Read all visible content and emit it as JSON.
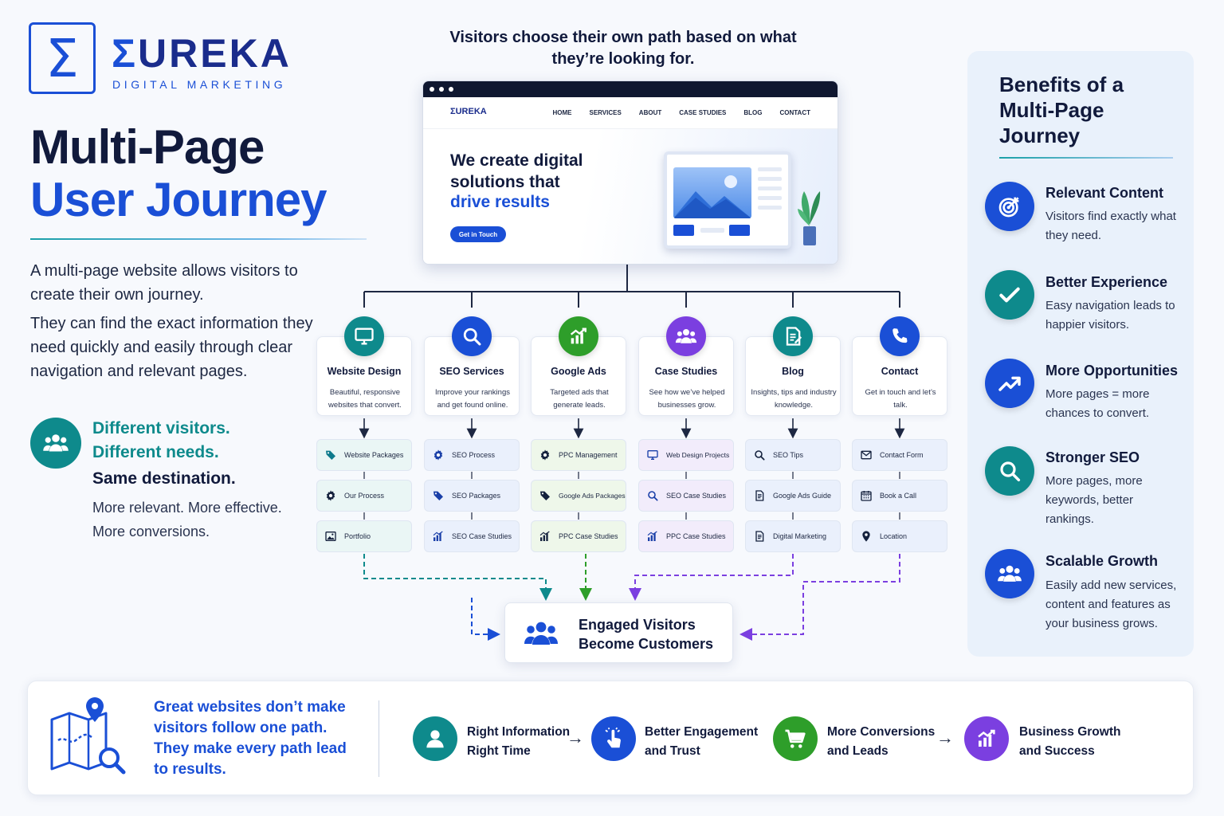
{
  "logo": {
    "symbol": "Σ",
    "name_sigma": "Σ",
    "name_rest": "UREKA",
    "subtitle": "DIGITAL MARKETING"
  },
  "title": {
    "line1": "Multi-Page",
    "line2": "User Journey"
  },
  "intro": {
    "p1": "A multi-page website allows visitors to create their own journey.",
    "p2": "They can find the exact information they need quickly and easily through clear navigation and relevant pages."
  },
  "different": {
    "line1": "Different visitors.",
    "line2": "Different needs.",
    "line3": "Same destination.",
    "line4": "More relevant. More effective.",
    "line5": "More conversions."
  },
  "top_caption": "Visitors choose their own path based on what they’re looking for.",
  "browser": {
    "logo": "ΣUREKA",
    "nav": [
      "HOME",
      "SERVICES",
      "ABOUT",
      "CASE STUDIES",
      "BLOG",
      "CONTACT"
    ],
    "hero_line1": "We create digital solutions that",
    "hero_line2": "drive results",
    "hero_button": "Get in Touch"
  },
  "categories": [
    {
      "title": "Website Design",
      "desc": "Beautiful, responsive websites that convert.",
      "color": "#0e8a8c",
      "icon": "monitor-icon",
      "subs": [
        {
          "label": "Website Packages",
          "icon": "tag-icon"
        },
        {
          "label": "Our Process",
          "icon": "gear-icon"
        },
        {
          "label": "Portfolio",
          "icon": "image-icon"
        }
      ]
    },
    {
      "title": "SEO Services",
      "desc": "Improve your rankings and get found online.",
      "color": "#1a4fd6",
      "icon": "search-icon",
      "subs": [
        {
          "label": "SEO Process",
          "icon": "gear-icon"
        },
        {
          "label": "SEO Packages",
          "icon": "tag-icon"
        },
        {
          "label": "SEO Case Studies",
          "icon": "bar-chart-icon"
        }
      ]
    },
    {
      "title": "Google Ads",
      "desc": "Targeted ads that generate leads.",
      "color": "#2e9e2a",
      "icon": "growth-chart-icon",
      "subs": [
        {
          "label": "PPC Management",
          "icon": "gear-icon"
        },
        {
          "label": "Google Ads Packages",
          "icon": "tag-icon"
        },
        {
          "label": "PPC Case Studies",
          "icon": "bar-chart-icon"
        }
      ]
    },
    {
      "title": "Case Studies",
      "desc": "See how we’ve helped businesses grow.",
      "color": "#7b3fe0",
      "icon": "users-icon",
      "subs": [
        {
          "label": "Web Design Projects",
          "icon": "monitor-icon"
        },
        {
          "label": "SEO Case Studies",
          "icon": "search-icon"
        },
        {
          "label": "PPC Case Studies",
          "icon": "bar-chart-icon"
        }
      ]
    },
    {
      "title": "Blog",
      "desc": "Insights, tips and industry knowledge.",
      "color": "#0e8a8c",
      "icon": "document-edit-icon",
      "subs": [
        {
          "label": "SEO Tips",
          "icon": "search-icon"
        },
        {
          "label": "Google Ads Guide",
          "icon": "document-icon"
        },
        {
          "label": "Digital Marketing",
          "icon": "document-icon"
        }
      ]
    },
    {
      "title": "Contact",
      "desc": "Get in touch and let’s talk.",
      "color": "#1a4fd6",
      "icon": "phone-icon",
      "subs": [
        {
          "label": "Contact Form",
          "icon": "mail-icon"
        },
        {
          "label": "Book a Call",
          "icon": "calendar-icon"
        },
        {
          "label": "Location",
          "icon": "location-pin-icon"
        }
      ]
    }
  ],
  "engaged": {
    "line1": "Engaged Visitors",
    "line2": "Become Customers"
  },
  "benefits": {
    "title": "Benefits of a Multi-Page Journey",
    "items": [
      {
        "heading": "Relevant Content",
        "desc": "Visitors find exactly what they need.",
        "color": "#1a4fd6",
        "icon": "target-icon"
      },
      {
        "heading": "Better Experience",
        "desc": "Easy navigation leads to happier visitors.",
        "color": "#0e8a8c",
        "icon": "check-icon"
      },
      {
        "heading": "More Opportunities",
        "desc": "More pages = more chances to convert.",
        "color": "#1a4fd6",
        "icon": "trend-up-icon"
      },
      {
        "heading": "Stronger SEO",
        "desc": "More pages, more keywords, better rankings.",
        "color": "#0e8a8c",
        "icon": "search-icon"
      },
      {
        "heading": "Scalable Growth",
        "desc": "Easily add new services, content and features as your business grows.",
        "color": "#1a4fd6",
        "icon": "users-icon"
      }
    ]
  },
  "bottom": {
    "quote": "Great websites don’t make visitors follow one path. They make every path lead to results.",
    "steps": [
      {
        "line1": "Right Information",
        "line2": "Right Time",
        "color": "#0e8a8c",
        "icon": "user-icon"
      },
      {
        "line1": "Better Engagement",
        "line2": "and Trust",
        "color": "#1a4fd6",
        "icon": "pointer-click-icon"
      },
      {
        "line1": "More Conversions",
        "line2": "and Leads",
        "color": "#2e9e2a",
        "icon": "cart-icon"
      },
      {
        "line1": "Business Growth",
        "line2": "and Success",
        "color": "#7b3fe0",
        "icon": "growth-chart-icon"
      }
    ]
  }
}
